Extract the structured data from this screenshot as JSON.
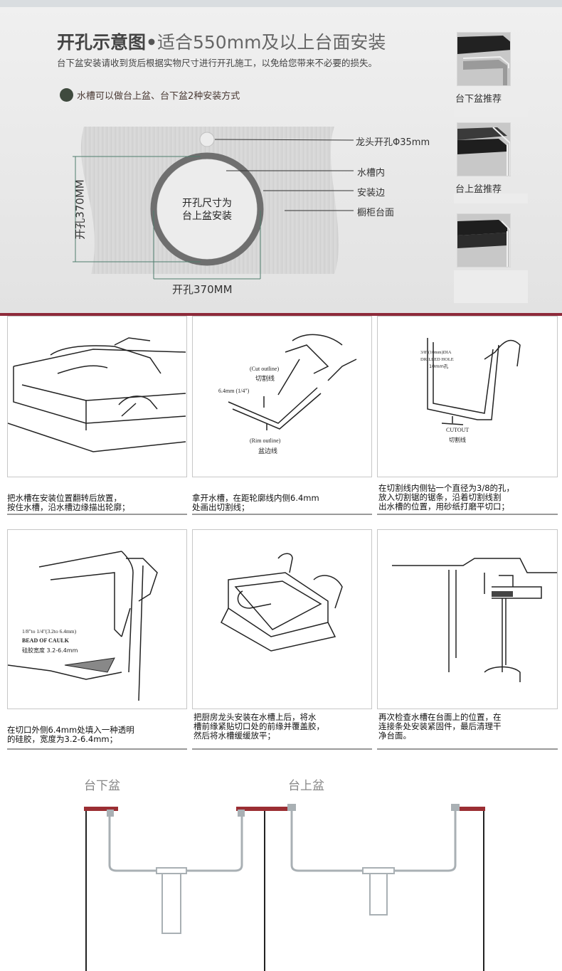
{
  "header": {
    "title_bold": "开孔示意图",
    "title_sep": "•",
    "title_light": "适合550mm及以上台面安装",
    "subtitle": "台下盆安装请收到货后根据实物尺寸进行开孔施工，以免给您带来不必要的损失。",
    "note": "水槽可以做台上盆、台下盆2种安装方式"
  },
  "diagram": {
    "callouts": [
      "龙头开孔Φ35mm",
      "水槽内",
      "安装边",
      "橱柜台面"
    ],
    "center_label_line1": "开孔尺寸为",
    "center_label_line2": "台上盆安装",
    "dim_horizontal": "开孔370MM",
    "dim_vertical": "开孔370MM"
  },
  "thumbnails": [
    {
      "caption": "台下盆推荐"
    },
    {
      "caption": "台上盆推荐"
    },
    {
      "caption": ""
    }
  ],
  "steps": [
    {
      "text": "把水槽在安装位置翻转后放置，\n按住水槽，沿水槽边缘描出轮廓；",
      "labels": []
    },
    {
      "text": "拿开水槽，在距轮廓线内侧6.4mm\n处画出切割线；",
      "labels": [
        "(Cut outline)",
        "切割线",
        "6.4mm  (1/4\")",
        "(Rim outline)",
        "盆边线"
      ]
    },
    {
      "text": "在切割线内侧钻一个直径为3/8的孔，\n放入切割锯的锯条，沿着切割线割\n出水槽的位置，用砂纸打磨平切口；",
      "labels": [
        "3/8\"(10mm)DIA",
        "DRILLED HOLE",
        "10mm孔",
        "CUTOUT",
        "切割线"
      ]
    },
    {
      "text": "在切口外侧6.4mm处填入一种透明\n的硅胶，宽度为3.2-6.4mm；",
      "labels": [
        "1/8\"to 1/4\"(3.2to 6.4mm)",
        "BEAD OF CAULK",
        "硅胶宽度 3.2-6.4mm"
      ]
    },
    {
      "text": "把厨房龙头安装在水槽上后，将水\n槽前缘紧贴切口处的前缘并覆盖胶，\n然后将水槽缓缓放平；",
      "labels": []
    },
    {
      "text": "再次检查水槽在台面上的位置，在\n连接条处安装紧固件，最后清理干\n净台面。",
      "labels": []
    }
  ],
  "install": {
    "under_label": "台下盆",
    "over_label": "台上盆"
  },
  "colors": {
    "accent": "#8e2a3a",
    "countertop": "#9b2e33",
    "sink_line": "#a9b0b4"
  }
}
